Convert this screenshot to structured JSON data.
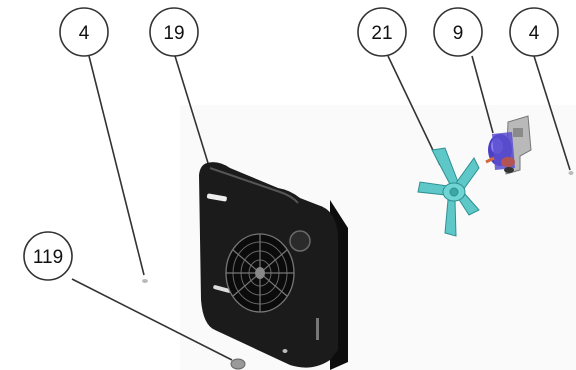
{
  "callouts": [
    {
      "id": "c1",
      "label": "4"
    },
    {
      "id": "c2",
      "label": "19"
    },
    {
      "id": "c3",
      "label": "21"
    },
    {
      "id": "c4",
      "label": "9"
    },
    {
      "id": "c5",
      "label": "4"
    },
    {
      "id": "c6",
      "label": "119"
    }
  ],
  "colors": {
    "line": "#333333",
    "cover": "#1b1b1b",
    "fan_blade": "#5ec8c8",
    "motor": "#5a4fcf"
  }
}
